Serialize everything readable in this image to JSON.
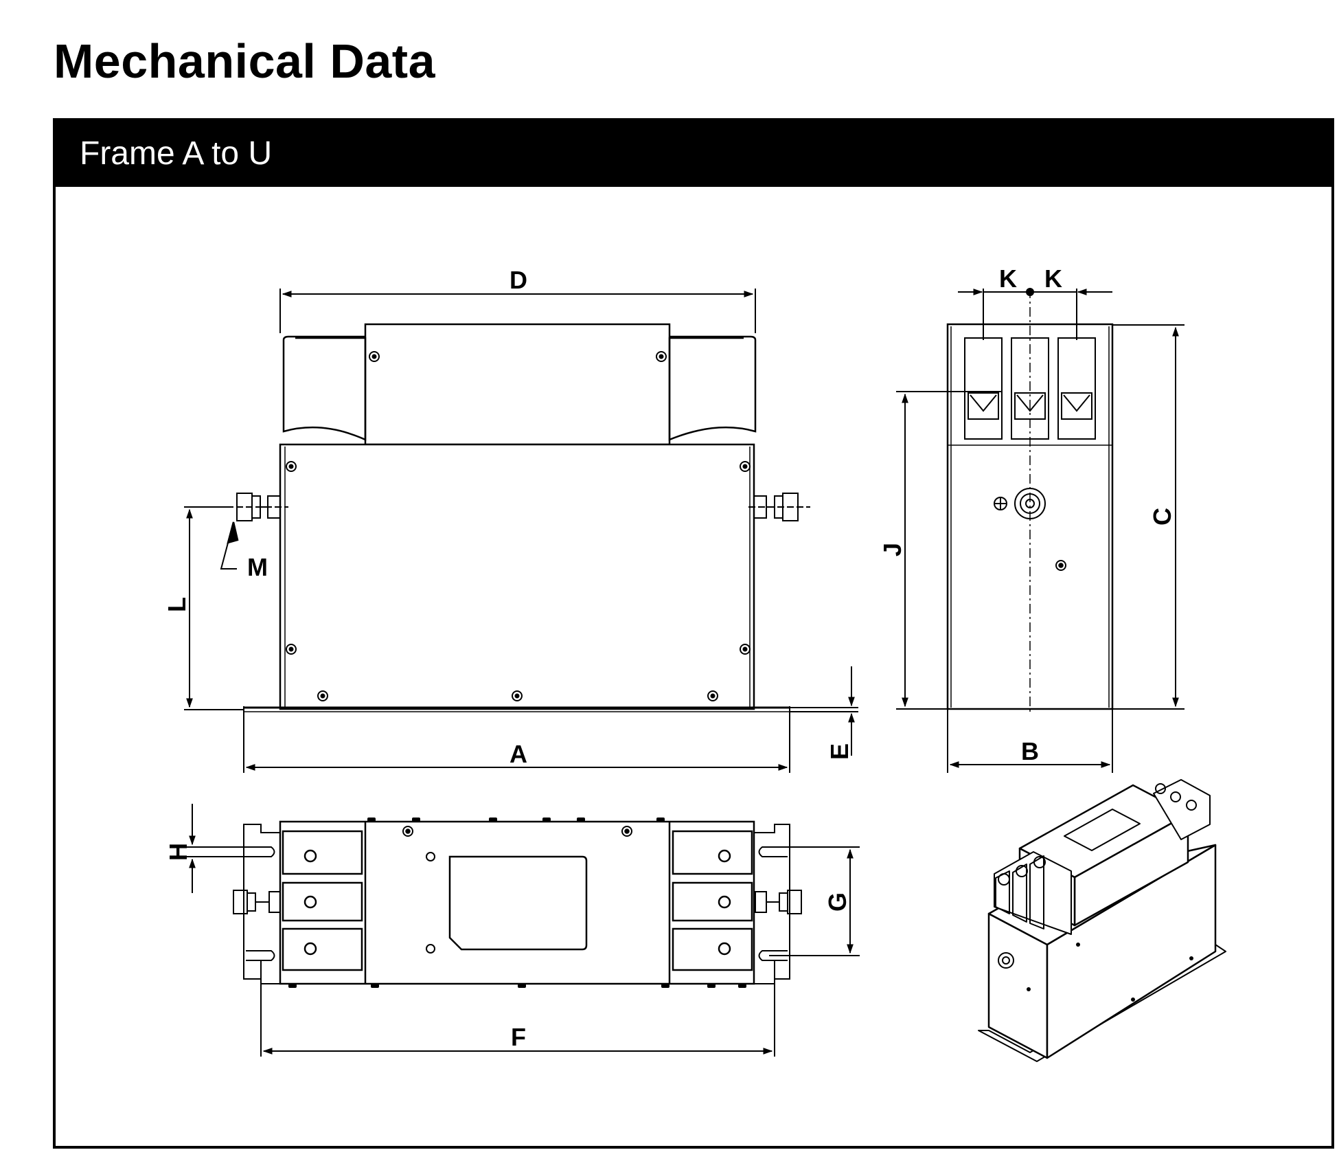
{
  "page": {
    "title": "Mechanical Data"
  },
  "frame": {
    "label": "Frame A to U"
  },
  "dimensions": {
    "A": "A",
    "B": "B",
    "C": "C",
    "D": "D",
    "E": "E",
    "F": "F",
    "G": "G",
    "H": "H",
    "J": "J",
    "K1": "K",
    "K2": "K",
    "L": "L",
    "M": "M"
  },
  "colors": {
    "line": "#000000",
    "background": "#ffffff",
    "header": "#000000"
  }
}
